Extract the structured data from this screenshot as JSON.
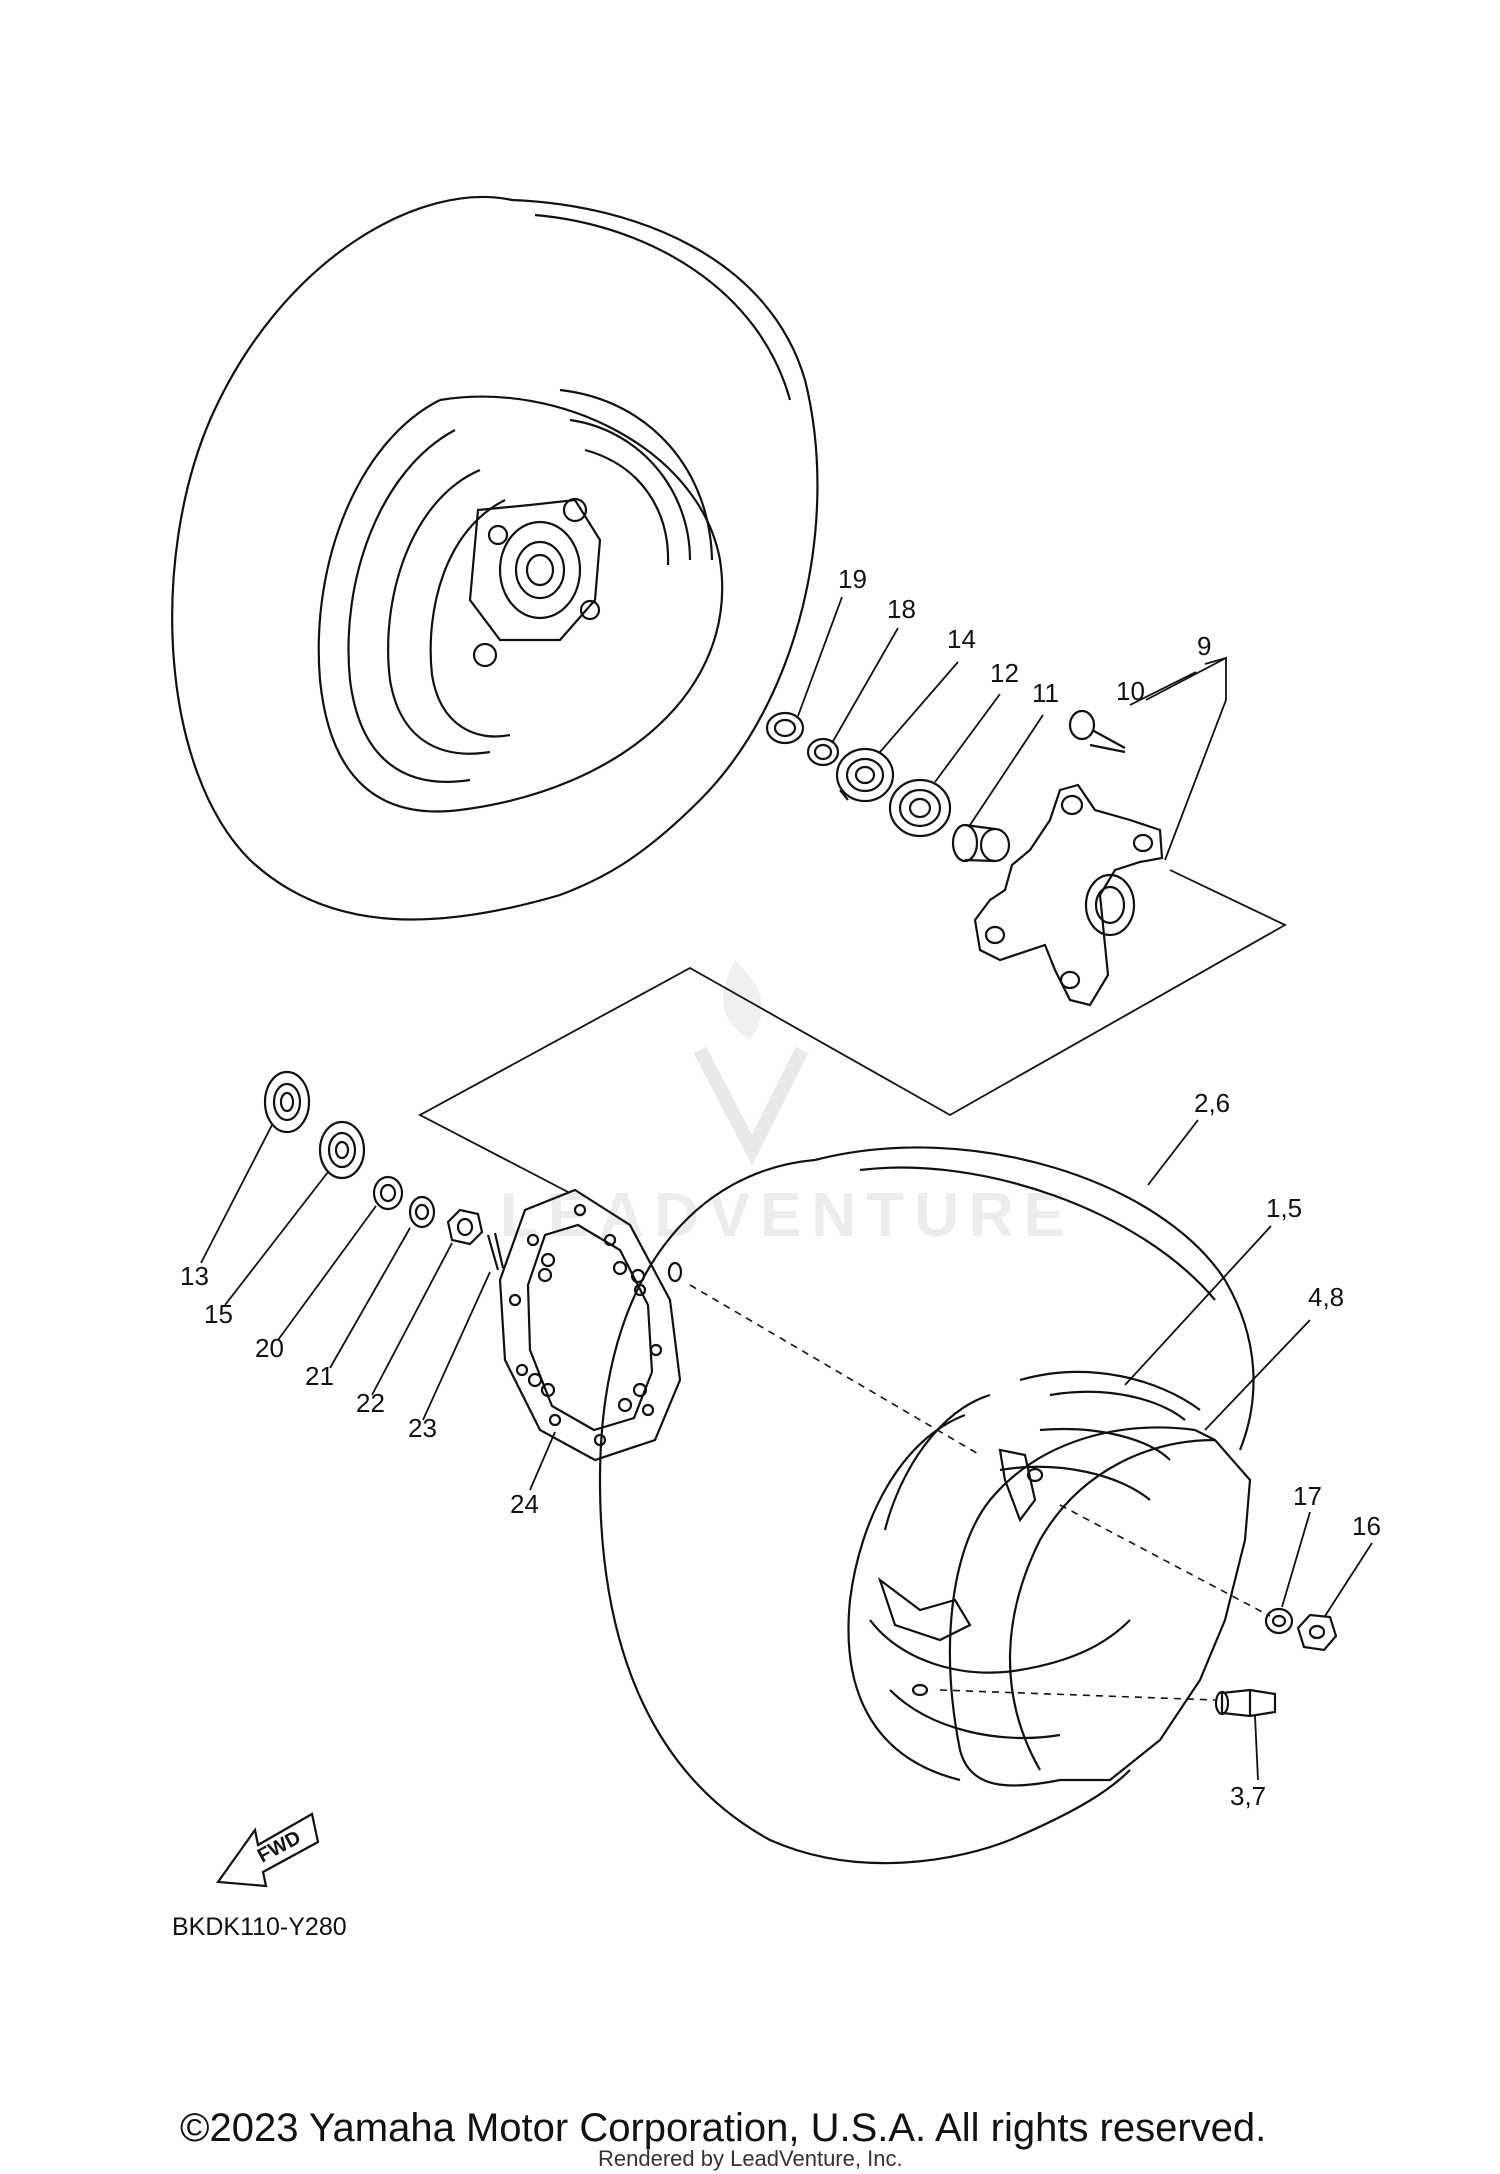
{
  "callouts": [
    {
      "id": "c19",
      "text": "19"
    },
    {
      "id": "c18",
      "text": "18"
    },
    {
      "id": "c14",
      "text": "14"
    },
    {
      "id": "c12",
      "text": "12"
    },
    {
      "id": "c11",
      "text": "11"
    },
    {
      "id": "c9",
      "text": "9"
    },
    {
      "id": "c10",
      "text": "10"
    },
    {
      "id": "c26",
      "text": "2,6"
    },
    {
      "id": "c15b",
      "text": "1,5"
    },
    {
      "id": "c48",
      "text": "4,8"
    },
    {
      "id": "c13",
      "text": "13"
    },
    {
      "id": "c15",
      "text": "15"
    },
    {
      "id": "c20",
      "text": "20"
    },
    {
      "id": "c21",
      "text": "21"
    },
    {
      "id": "c22",
      "text": "22"
    },
    {
      "id": "c23",
      "text": "23"
    },
    {
      "id": "c24",
      "text": "24"
    },
    {
      "id": "c17",
      "text": "17"
    },
    {
      "id": "c16",
      "text": "16"
    },
    {
      "id": "c37",
      "text": "3,7"
    }
  ],
  "fwd_arrow_label": "FWD",
  "diagram_code": "BKDK110-Y280",
  "watermark": {
    "brand_text": "LEADVENTURE",
    "icon": "leadventure-logo-icon"
  },
  "footer": {
    "copyright": "©2023 Yamaha Motor Corporation, U.S.A. All rights reserved.",
    "rendered_by": "Rendered by LeadVenture, Inc."
  }
}
